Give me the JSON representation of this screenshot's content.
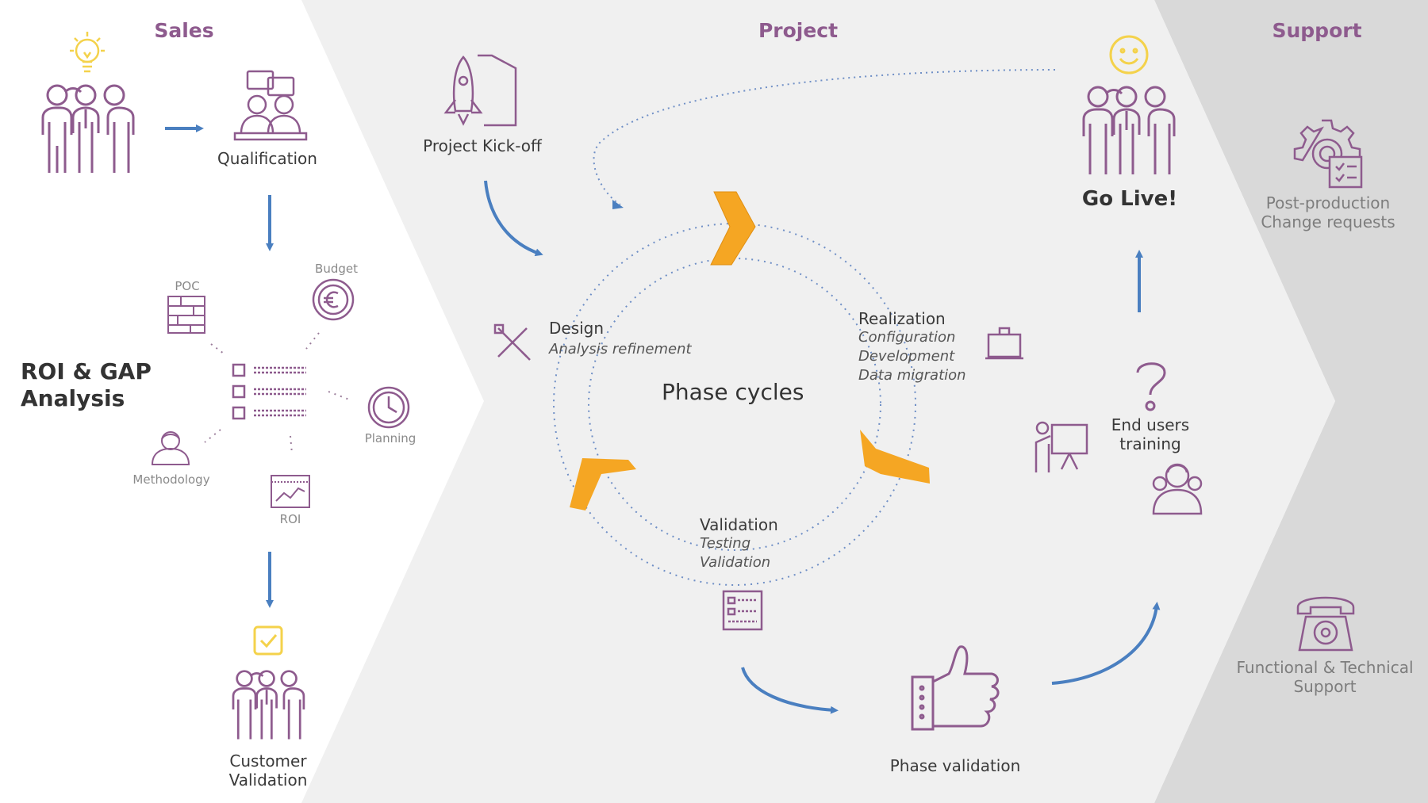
{
  "sections": {
    "sales": "Sales",
    "project": "Project",
    "support": "Support"
  },
  "sales": {
    "qualification": "Qualification",
    "roi_gap_line1": "ROI & GAP",
    "roi_gap_line2": "Analysis",
    "poc": "POC",
    "budget": "Budget",
    "planning": "Planning",
    "methodology": "Methodology",
    "roi": "ROI",
    "customer_line1": "Customer",
    "customer_line2": "Validation"
  },
  "project": {
    "kickoff": "Project Kick-off",
    "phase_cycles": "Phase cycles",
    "design": {
      "title": "Design",
      "items": [
        "Analysis refinement"
      ]
    },
    "realization": {
      "title": "Realization",
      "items": [
        "Configuration",
        "Development",
        "Data migration"
      ]
    },
    "validation": {
      "title": "Validation",
      "items": [
        "Testing",
        "Validation"
      ]
    },
    "phase_validation": "Phase validation",
    "training_line1": "End users",
    "training_line2": "training",
    "go_live": "Go Live!"
  },
  "support": {
    "post_line1": "Post-production",
    "post_line2": "Change requests",
    "func_line1": "Functional & Technical",
    "func_line2": "Support"
  },
  "colors": {
    "purple": "#8e5b8e",
    "blue": "#4a7fc0",
    "orange": "#f5a623",
    "yellow": "#f4d24b",
    "light_grey": "#f0f0f0",
    "dark_grey": "#d9d9d9"
  },
  "icons": [
    "lightbulb-icon",
    "team-icon",
    "meeting-icon",
    "checklist-icon",
    "poc-icon",
    "budget-icon",
    "planning-icon",
    "methodology-icon",
    "roi-chart-icon",
    "check-icon",
    "rocket-icon",
    "tools-icon",
    "laptop-icon",
    "form-icon",
    "thumbs-up-icon",
    "presentation-icon",
    "question-icon",
    "users-icon",
    "smiley-icon",
    "gear-icon",
    "phone-icon"
  ]
}
